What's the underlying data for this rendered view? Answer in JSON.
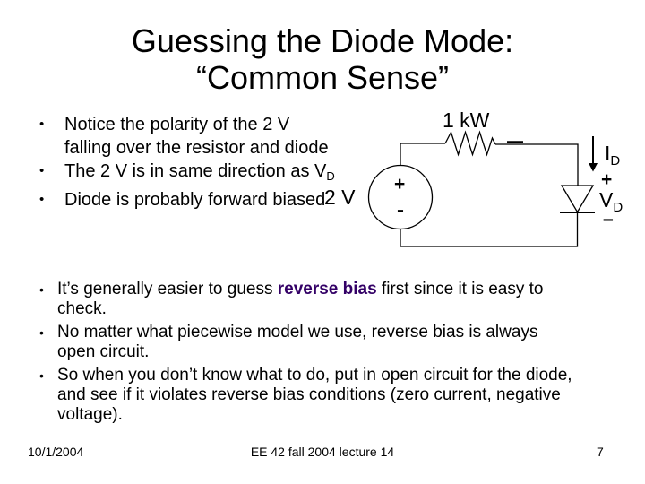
{
  "title": {
    "line1": "Guessing the Diode Mode:",
    "line2": "“Common Sense”"
  },
  "bullets_top": {
    "bullet_glyph": "•",
    "item1_line1": "Notice the polarity of the 2 V",
    "item1_line2": "falling over the resistor and diode",
    "item2_main": "The 2 V is in same direction as V",
    "item2_sub": "D",
    "item3": "Diode is probably forward biased"
  },
  "circuit": {
    "resistor_label": "1 kW",
    "source_label": "2 V",
    "source_plus": "+",
    "source_minus": "-",
    "current_name": "I",
    "current_sub": "D",
    "anode_plus": "+",
    "voltage_name": "V",
    "voltage_sub": "D",
    "cathode_minus": "–"
  },
  "bullets_bottom": {
    "bullet_glyph": "•",
    "item1_seg1": "It’s generally easier to guess ",
    "item1_emph": "reverse bias",
    "item1_seg2": " first since it is easy to",
    "item1_line2": "check.",
    "item2_line1": "No matter what piecewise model we use, reverse bias is always",
    "item2_line2": "open circuit.",
    "item3_line1": "So when you don’t know what to do, put in open circuit for the diode,",
    "item3_line2": "and see if it violates reverse bias conditions (zero current, negative",
    "item3_line3": "voltage)."
  },
  "footer": {
    "date": "10/1/2004",
    "course": "EE 42 fall 2004 lecture 14",
    "page": "7"
  },
  "colors": {
    "emphasis": "#330066",
    "text": "#000000",
    "background": "#ffffff"
  }
}
